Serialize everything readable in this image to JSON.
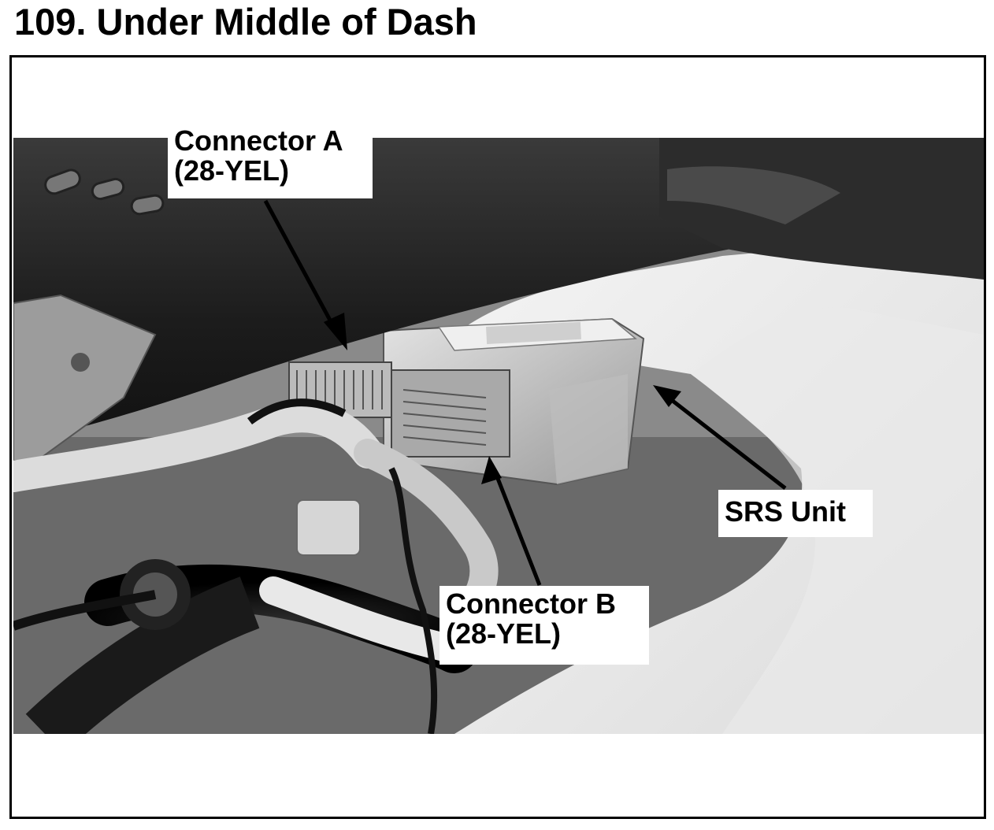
{
  "title": "109. Under Middle of Dash",
  "callouts": {
    "connector_a": {
      "line1": "Connector A",
      "line2": "(28-YEL)"
    },
    "connector_b": {
      "line1": "Connector B",
      "line2": "(28-YEL)"
    },
    "srs_unit": {
      "label": "SRS Unit"
    }
  },
  "colors": {
    "frame": "#000000",
    "label_bg": "#ffffff",
    "arrow": "#000000"
  }
}
